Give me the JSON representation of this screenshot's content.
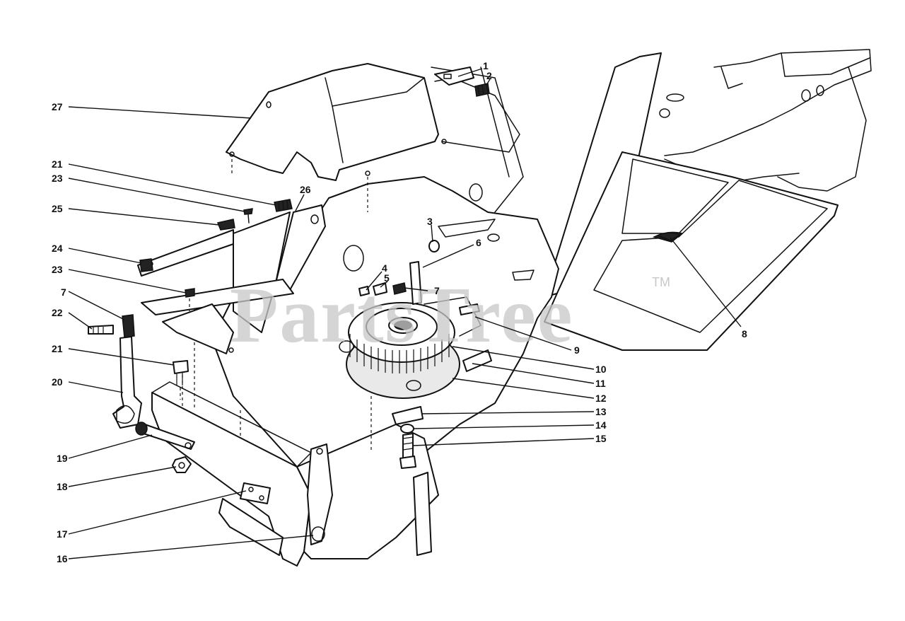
{
  "watermark": {
    "text": "PartsTree",
    "trademark": "TM"
  },
  "callouts": [
    {
      "id": "c1",
      "label": "1"
    },
    {
      "id": "c2",
      "label": "2"
    },
    {
      "id": "c3",
      "label": "3"
    },
    {
      "id": "c4",
      "label": "4"
    },
    {
      "id": "c5",
      "label": "5"
    },
    {
      "id": "c6",
      "label": "6"
    },
    {
      "id": "c7a",
      "label": "7"
    },
    {
      "id": "c7b",
      "label": "7"
    },
    {
      "id": "c8",
      "label": "8"
    },
    {
      "id": "c9",
      "label": "9"
    },
    {
      "id": "c10",
      "label": "10"
    },
    {
      "id": "c11",
      "label": "11"
    },
    {
      "id": "c12",
      "label": "12"
    },
    {
      "id": "c13",
      "label": "13"
    },
    {
      "id": "c14",
      "label": "14"
    },
    {
      "id": "c15",
      "label": "15"
    },
    {
      "id": "c16",
      "label": "16"
    },
    {
      "id": "c17",
      "label": "17"
    },
    {
      "id": "c18",
      "label": "18"
    },
    {
      "id": "c19",
      "label": "19"
    },
    {
      "id": "c20",
      "label": "20"
    },
    {
      "id": "c21a",
      "label": "21"
    },
    {
      "id": "c21b",
      "label": "21"
    },
    {
      "id": "c22",
      "label": "22"
    },
    {
      "id": "c23a",
      "label": "23"
    },
    {
      "id": "c23b",
      "label": "23"
    },
    {
      "id": "c24",
      "label": "24"
    },
    {
      "id": "c25",
      "label": "25"
    },
    {
      "id": "c26",
      "label": "26"
    },
    {
      "id": "c27",
      "label": "27"
    }
  ]
}
